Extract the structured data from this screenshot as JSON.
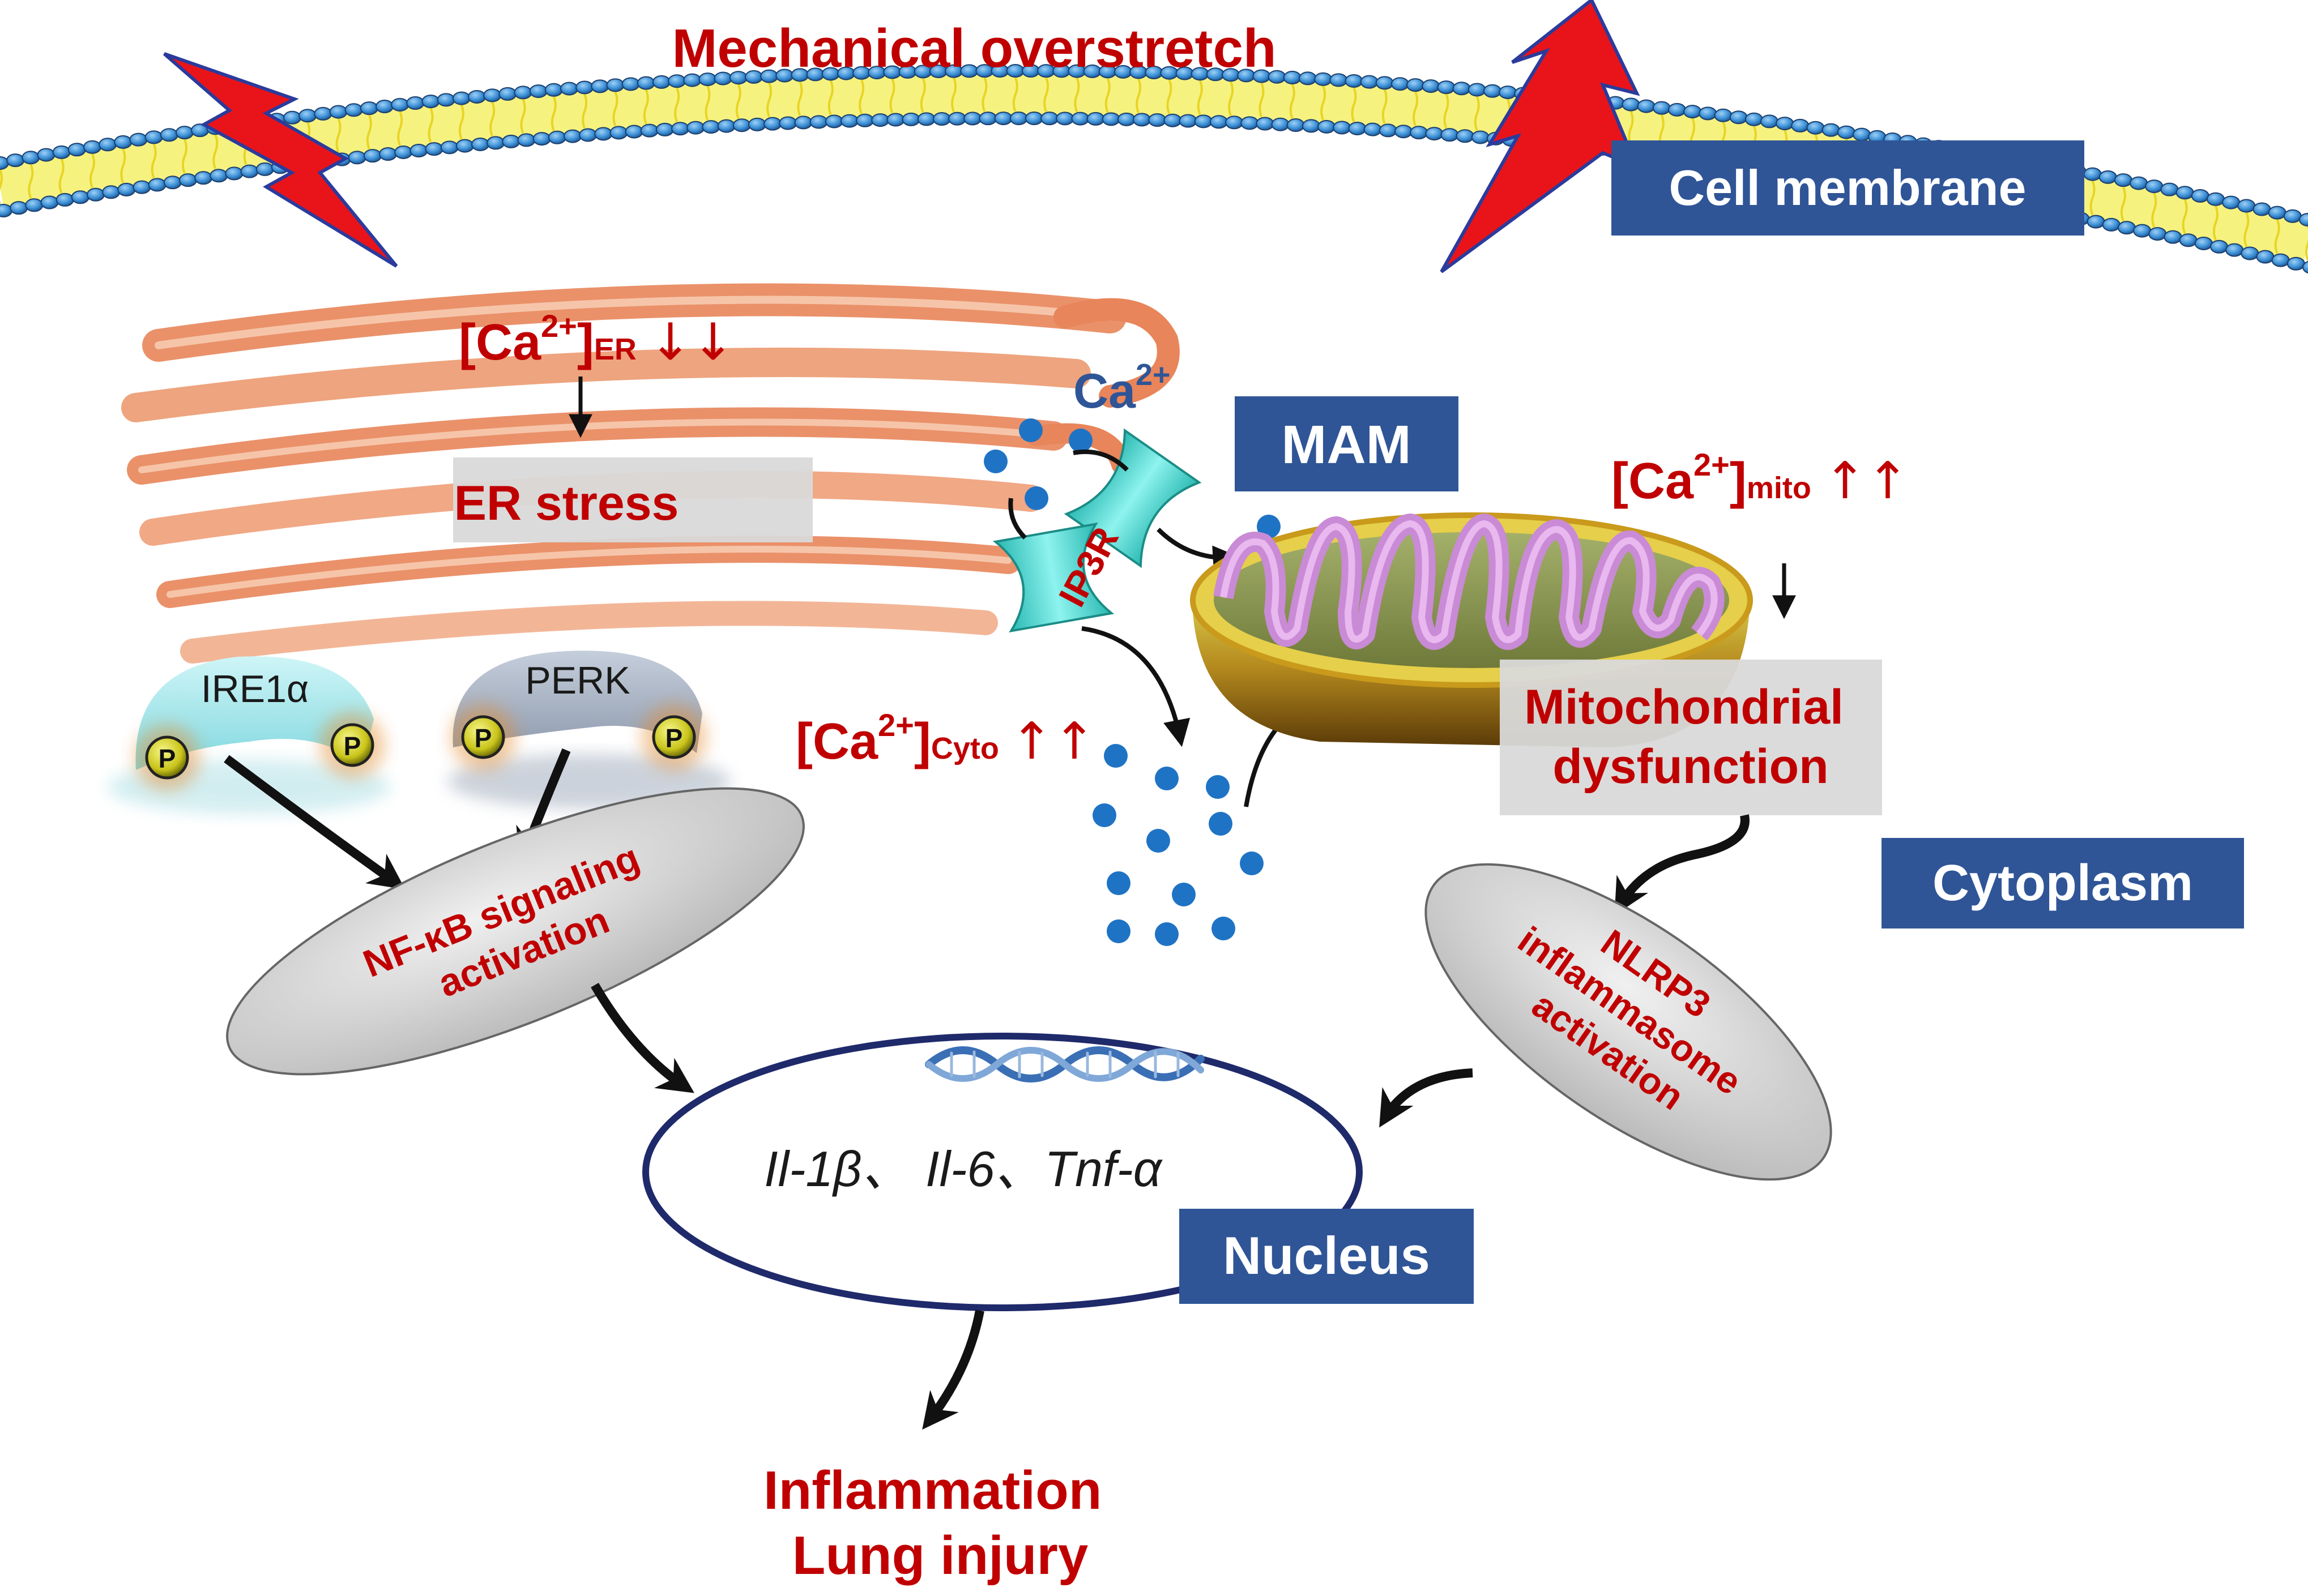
{
  "title": "Mechanical overstretch",
  "labels": {
    "cell_membrane": "Cell membrane",
    "mam": "MAM",
    "cytoplasm": "Cytoplasm",
    "nucleus": "Nucleus",
    "er_stress": "ER stress",
    "ire1a": "IRE1α",
    "perk": "PERK",
    "phospho": "P",
    "ip3r": "IP3R",
    "ca_ion": "Ca",
    "ca_charge": "2+",
    "ca_er_open": "[Ca",
    "ca_er_close": "]",
    "ca_er_sub": "ER",
    "ca_er_arrows": "↓↓",
    "ca_mito_open": "[Ca",
    "ca_mito_close": "]",
    "ca_mito_sub": "mito",
    "ca_mito_arrows": "↑↑",
    "ca_cyto_open": "[Ca",
    "ca_cyto_close": "]",
    "ca_cyto_sub": "Cyto",
    "ca_cyto_arrows": "↑↑",
    "mito_dysfunction_line1": "Mitochondrial",
    "mito_dysfunction_line2": "dysfunction",
    "nfkb_line1": "NF-κB signaling",
    "nfkb_line2": "activation",
    "nlrp3_line1": "NLRP3",
    "nlrp3_line2": "inflammasome",
    "nlrp3_line3": "activation",
    "cytokines": "Il-1β、 Il-6、Tnf-α",
    "outcome_line1": "Inflammation",
    "outcome_line2": "Lung injury"
  },
  "colors": {
    "red_text": "#c00000",
    "blue_box": "#2f5597",
    "gray_box": "#d9d9d9",
    "membrane_bead": "#3a8fd6",
    "er": "#e8855a",
    "ca_dot": "#1f73c4",
    "ip3r": "#3fd4cc",
    "nucleus_border": "#1f2a6b"
  }
}
